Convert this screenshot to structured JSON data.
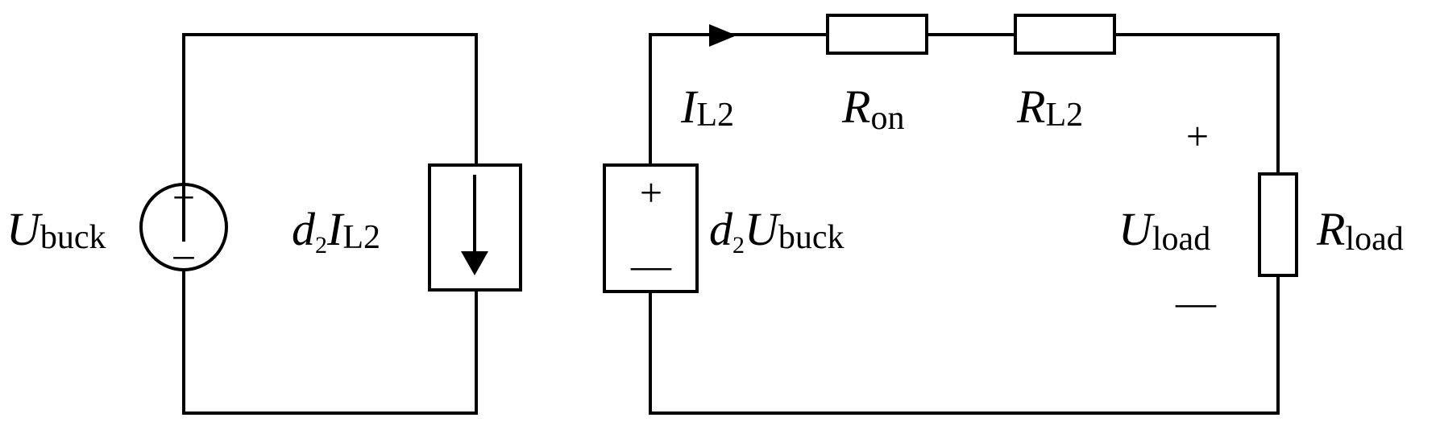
{
  "colors": {
    "stroke": "#000000",
    "background": "#ffffff"
  },
  "left_circuit": {
    "source_label": {
      "main": "U",
      "sub": "buck"
    },
    "source_plus": "+",
    "source_minus": "–",
    "current_source_label": {
      "coef": "d",
      "coef_sub": "2",
      "main": "I",
      "sub": "L2"
    }
  },
  "right_circuit": {
    "current_label": {
      "main": "I",
      "sub": "L2"
    },
    "dep_source_label": {
      "coef": "d",
      "coef_sub": "2",
      "main": "U",
      "sub": "buck"
    },
    "dep_source_plus": "+",
    "dep_source_minus": "—",
    "r_on_label": {
      "main": "R",
      "sub": "on"
    },
    "r_l2_label": {
      "main": "R",
      "sub": "L2"
    },
    "load_voltage_label": {
      "main": "U",
      "sub": "load"
    },
    "load_plus": "+",
    "load_minus": "—",
    "r_load_label": {
      "main": "R",
      "sub": "load"
    }
  }
}
